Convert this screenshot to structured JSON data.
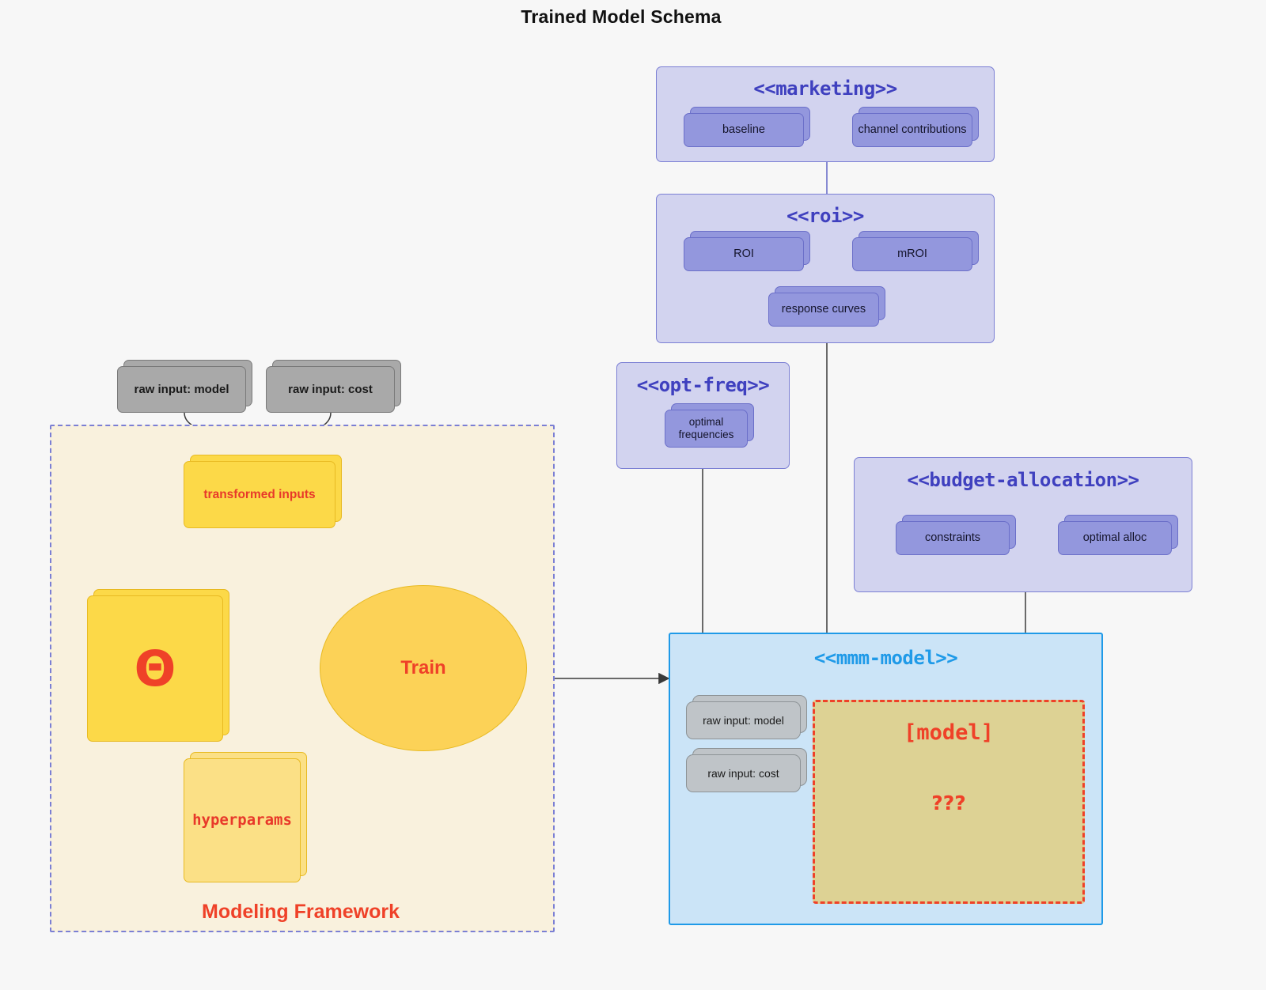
{
  "title": "Trained Model Schema",
  "colors": {
    "background": "#f7f7f7",
    "package_fill": "#d2d3ef",
    "package_border": "#7b7fd4",
    "package_title_text": "#3f40bf",
    "node_purple_fill": "#9397dd",
    "node_purple_border": "#6b6fc9",
    "node_gray_dark_fill": "#a9a9a9",
    "node_gray_light_fill": "#bfc4c8",
    "framework_fill": "#f9f1dd",
    "framework_border": "#7b7fd4",
    "yellow_fill": "#fcd948",
    "yellow_soft_fill": "#fbe086",
    "yellow_border": "#e8ba22",
    "accent_red": "#ef4128",
    "mmm_fill": "#cbe4f7",
    "mmm_border": "#1f9ae8",
    "model_box_fill": "#ddd294",
    "model_box_border": "#ef4128",
    "edge_dark": "#3a3a3a",
    "edge_purple": "#6b6fc9"
  },
  "packages": {
    "marketing": {
      "title": "<<marketing>>",
      "nodes": [
        {
          "label": "baseline"
        },
        {
          "label": "channel contributions"
        }
      ]
    },
    "roi": {
      "title": "<<roi>>",
      "nodes": [
        {
          "label": "ROI"
        },
        {
          "label": "mROI"
        },
        {
          "label": "response curves"
        }
      ]
    },
    "opt_freq": {
      "title": "<<opt-freq>>",
      "nodes": [
        {
          "label": "optimal\nfrequencies"
        }
      ]
    },
    "budget_allocation": {
      "title": "<<budget-allocation>>",
      "nodes": [
        {
          "label": "constraints"
        },
        {
          "label": "optimal alloc"
        }
      ]
    },
    "mmm_model": {
      "title": "<<mmm-model>>",
      "inputs": [
        {
          "label": "raw input: model"
        },
        {
          "label": "raw input: cost"
        }
      ],
      "model_box": {
        "label": "[model]",
        "unknown": "???"
      }
    }
  },
  "framework": {
    "label": "Modeling Framework",
    "raw_inputs": [
      {
        "label": "raw input: model"
      },
      {
        "label": "raw input: cost"
      }
    ],
    "transformed_inputs": {
      "label": "transformed inputs"
    },
    "theta": {
      "label": "Θ"
    },
    "hyperparams": {
      "label": "hyperparams"
    },
    "train": {
      "label": "Train"
    }
  }
}
